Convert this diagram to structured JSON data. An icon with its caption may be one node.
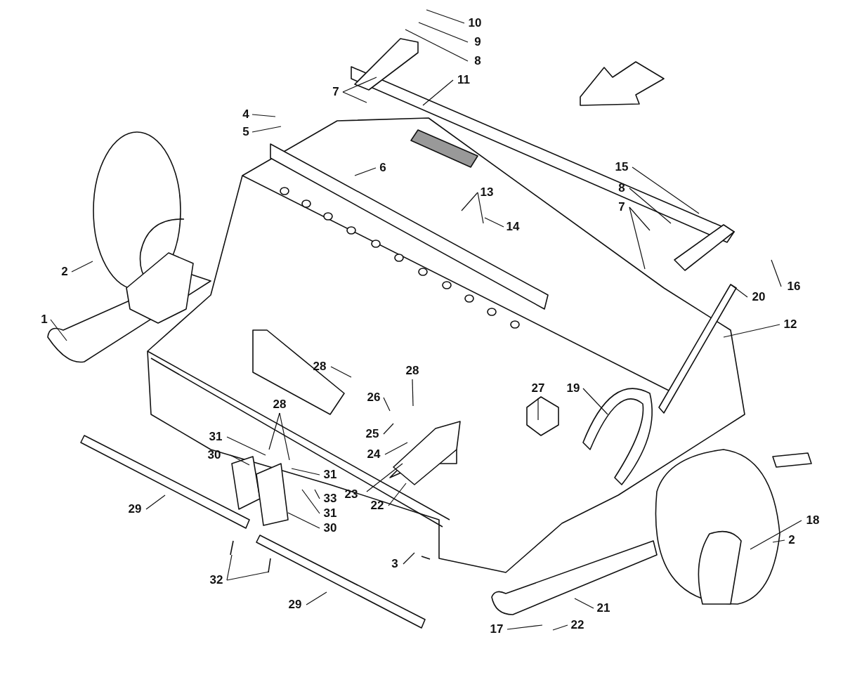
{
  "diagram": {
    "nodes": [
      {
        "text": [
          "10"
        ]
      },
      {
        "text": [
          "9"
        ]
      },
      {
        "text": [
          "8"
        ]
      },
      {
        "text": [
          "7"
        ]
      },
      {
        "text": [
          "11"
        ]
      },
      {
        "text": [
          "4"
        ]
      },
      {
        "text": [
          "5"
        ]
      },
      {
        "text": [
          "6"
        ]
      },
      {
        "text": [
          "13"
        ]
      },
      {
        "text": [
          "14"
        ]
      },
      {
        "text": [
          "2"
        ]
      },
      {
        "text": [
          "15"
        ]
      },
      {
        "text": [
          "8"
        ]
      },
      {
        "text": [
          "7"
        ]
      },
      {
        "text": [
          "16"
        ]
      },
      {
        "text": [
          "20"
        ]
      },
      {
        "text": [
          "12"
        ]
      },
      {
        "text": [
          "1"
        ]
      },
      {
        "text": [
          "28"
        ]
      },
      {
        "text": [
          "28"
        ]
      },
      {
        "text": [
          "27"
        ]
      },
      {
        "text": [
          "19"
        ]
      },
      {
        "text": [
          "26"
        ]
      },
      {
        "text": [
          "28"
        ]
      },
      {
        "text": [
          "31"
        ]
      },
      {
        "text": [
          "25"
        ]
      },
      {
        "text": [
          "30"
        ]
      },
      {
        "text": [
          "24"
        ]
      },
      {
        "text": [
          "31"
        ]
      },
      {
        "text": [
          "23"
        ]
      },
      {
        "text": [
          "33"
        ]
      },
      {
        "text": [
          "29"
        ]
      },
      {
        "text": [
          "22"
        ]
      },
      {
        "text": [
          "31"
        ]
      },
      {
        "text": [
          "18"
        ]
      },
      {
        "text": [
          "30"
        ]
      },
      {
        "text": [
          "2"
        ]
      },
      {
        "text": [
          "3"
        ]
      },
      {
        "text": [
          "32"
        ]
      },
      {
        "text": [
          "29"
        ]
      },
      {
        "text": [
          "21"
        ]
      },
      {
        "text": [
          "17"
        ]
      },
      {
        "text": [
          "22"
        ]
      }
    ],
    "edges": [
      {
        "from": 0,
        "to": null,
        "arrow": "none"
      },
      {
        "from": 1,
        "to": null,
        "arrow": "none"
      },
      {
        "from": 2,
        "to": null,
        "arrow": "none"
      },
      {
        "from": 3,
        "to": null,
        "arrow": "none"
      },
      {
        "from": 3,
        "to": null,
        "arrow": "none"
      },
      {
        "from": 4,
        "to": null,
        "arrow": "none"
      },
      {
        "from": 5,
        "to": null,
        "arrow": "none"
      },
      {
        "from": 6,
        "to": null,
        "arrow": "none"
      },
      {
        "from": 7,
        "to": null,
        "arrow": "none"
      },
      {
        "from": 8,
        "to": null,
        "arrow": "none"
      },
      {
        "from": 8,
        "to": null,
        "arrow": "none"
      },
      {
        "from": 9,
        "to": null,
        "arrow": "none"
      },
      {
        "from": 10,
        "to": null,
        "arrow": "none"
      },
      {
        "from": 11,
        "to": null,
        "arrow": "none"
      },
      {
        "from": 12,
        "to": null,
        "arrow": "none"
      },
      {
        "from": 13,
        "to": null,
        "arrow": "none"
      },
      {
        "from": 13,
        "to": null,
        "arrow": "none"
      },
      {
        "from": 14,
        "to": null,
        "arrow": "none"
      },
      {
        "from": 15,
        "to": null,
        "arrow": "none"
      },
      {
        "from": 16,
        "to": null,
        "arrow": "none"
      },
      {
        "from": 17,
        "to": null,
        "arrow": "none"
      },
      {
        "from": 18,
        "to": null,
        "arrow": "none"
      },
      {
        "from": 19,
        "to": null,
        "arrow": "none"
      },
      {
        "from": 20,
        "to": null,
        "arrow": "none"
      },
      {
        "from": 21,
        "to": null,
        "arrow": "none"
      },
      {
        "from": 22,
        "to": null,
        "arrow": "none"
      },
      {
        "from": 23,
        "to": null,
        "arrow": "none"
      },
      {
        "from": 23,
        "to": null,
        "arrow": "none"
      },
      {
        "from": 24,
        "to": null,
        "arrow": "none"
      },
      {
        "from": 25,
        "to": null,
        "arrow": "none"
      },
      {
        "from": 26,
        "to": null,
        "arrow": "none"
      },
      {
        "from": 27,
        "to": null,
        "arrow": "none"
      },
      {
        "from": 28,
        "to": null,
        "arrow": "none"
      },
      {
        "from": 29,
        "to": null,
        "arrow": "none"
      },
      {
        "from": 30,
        "to": null,
        "arrow": "none"
      },
      {
        "from": 31,
        "to": null,
        "arrow": "none"
      },
      {
        "from": 32,
        "to": null,
        "arrow": "none"
      },
      {
        "from": 33,
        "to": null,
        "arrow": "none"
      },
      {
        "from": 34,
        "to": null,
        "arrow": "none"
      },
      {
        "from": 35,
        "to": null,
        "arrow": "none"
      },
      {
        "from": 36,
        "to": null,
        "arrow": "none"
      },
      {
        "from": 37,
        "to": null,
        "arrow": "none"
      },
      {
        "from": 38,
        "to": null,
        "arrow": "none"
      },
      {
        "from": 38,
        "to": null,
        "arrow": "none"
      },
      {
        "from": 39,
        "to": null,
        "arrow": "none"
      },
      {
        "from": 40,
        "to": null,
        "arrow": "none"
      },
      {
        "from": 41,
        "to": null,
        "arrow": "none"
      },
      {
        "from": 42,
        "to": null,
        "arrow": "none"
      }
    ]
  }
}
